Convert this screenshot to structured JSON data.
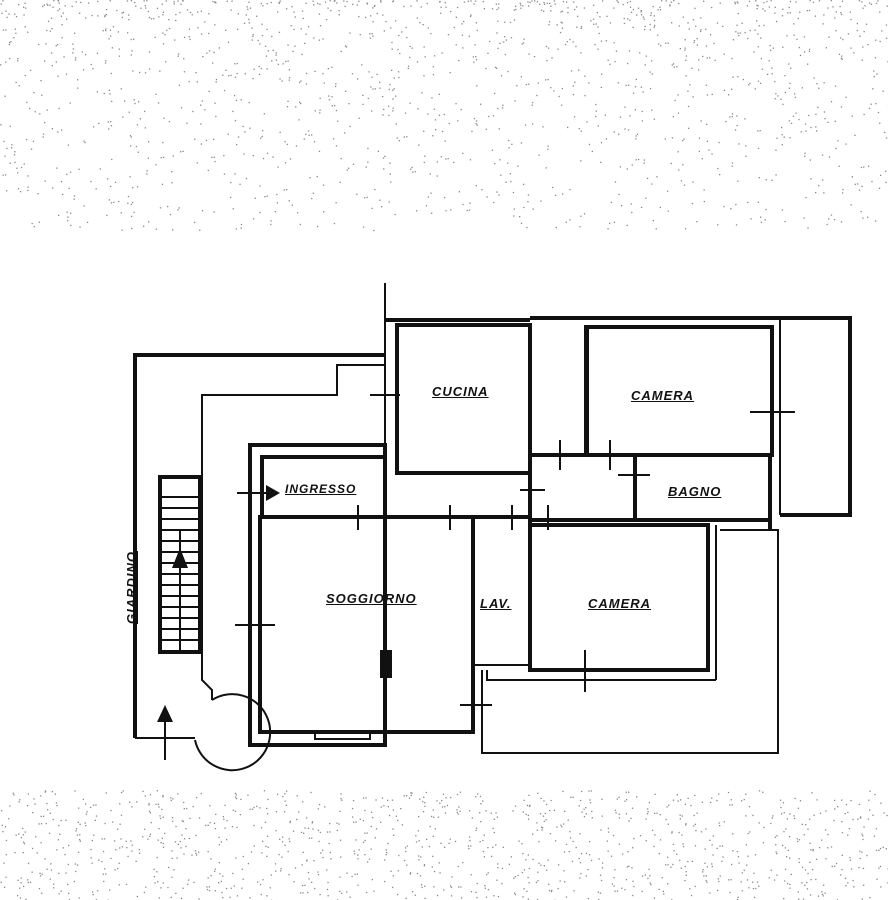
{
  "title": "Floor plan",
  "rooms": {
    "cucina": "CUCINA",
    "camera_top": "CAMERA",
    "ingresso": "INGRESSO",
    "bagno": "BAGNO",
    "soggiorno": "SOGGIORNO",
    "lav": "LAV.",
    "camera_bottom": "CAMERA",
    "giardino": "GIARDINO"
  },
  "colors": {
    "ink": "#111111",
    "paper": "#ffffff",
    "noise": "#888888"
  }
}
